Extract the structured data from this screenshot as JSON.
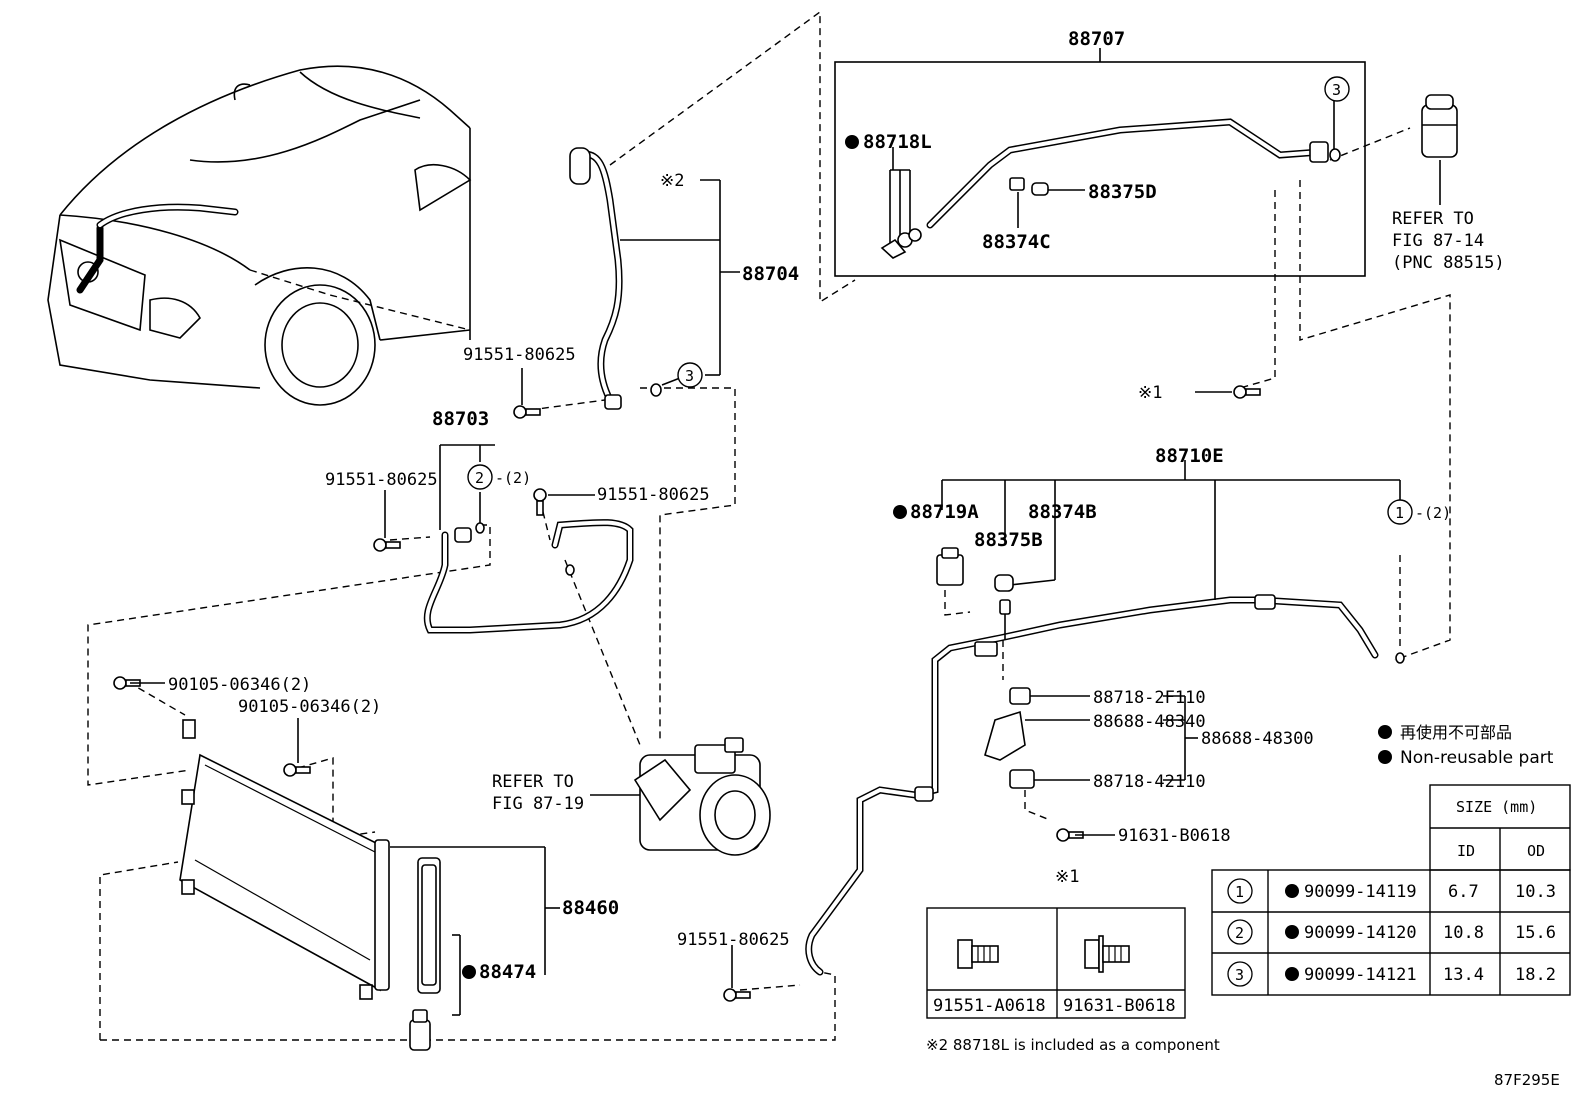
{
  "callouts": {
    "p88707": "88707",
    "p88718L": "88718L",
    "p88375D": "88375D",
    "p88374C": "88374C",
    "refer_85515": [
      "REFER TO",
      "FIG 87-14",
      "(PNC 88515)"
    ],
    "p88704": "88704",
    "note2_mark": "※2",
    "c3_top": "3",
    "c3_mid": "3",
    "p91551_a": "91551-80625",
    "p88703": "88703",
    "c2": "2",
    "c2_qty": "-(2)",
    "p91551_b": "91551-80625",
    "p91551_c": "91551-80625",
    "note1_mark_left": "※1",
    "p88710E": "88710E",
    "p88719A": "88719A",
    "p88374B": "88374B",
    "p88375B": "88375B",
    "c1": "1",
    "c1_qty": "-(2)",
    "p90105_a": "90105-06346(2)",
    "p90105_b": "90105-06346(2)",
    "refer_compressor": [
      "REFER TO",
      "FIG 87-19"
    ],
    "p88718_2F110": "88718-2F110",
    "p88688_48340": "88688-48340",
    "p88688_48300": "88688-48300",
    "p88718_42110": "88718-42110",
    "p91631_B0618": "91631-B0618",
    "p88460": "88460",
    "p88474": "88474",
    "p91551_d": "91551-80625",
    "diagram_code": "87F295E"
  },
  "legend": {
    "jp": "再使用不可部品",
    "en": "Non-reusable part"
  },
  "bolt_box": {
    "mark": "※1",
    "left": "91551-A0618",
    "right": "91631-B0618"
  },
  "footnote": "※2 88718L is included as a component",
  "oring_table": {
    "header_size": "SIZE (mm)",
    "header_id": "ID",
    "header_od": "OD",
    "rows": [
      {
        "circle": "1",
        "part": "90099-14119",
        "id": "6.7",
        "od": "10.3"
      },
      {
        "circle": "2",
        "part": "90099-14120",
        "id": "10.8",
        "od": "15.6"
      },
      {
        "circle": "3",
        "part": "90099-14121",
        "id": "13.4",
        "od": "18.2"
      }
    ]
  }
}
